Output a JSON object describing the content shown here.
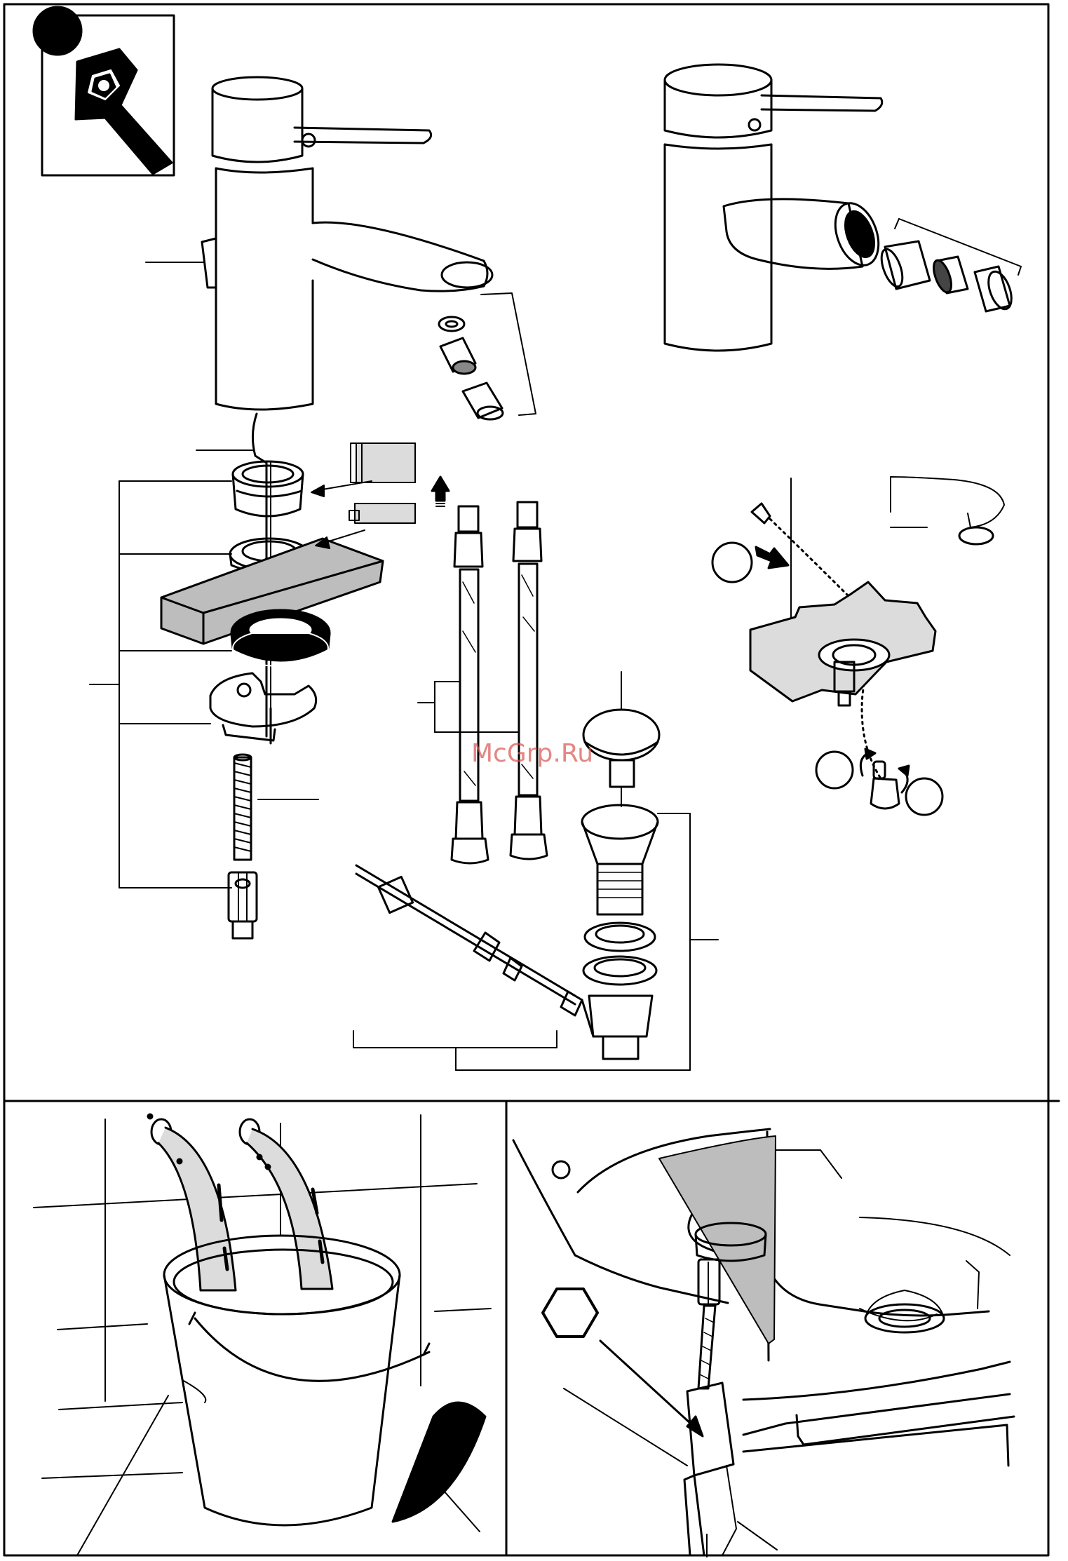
{
  "watermark": {
    "text": "McGrp.Ru",
    "color": "#d9534f"
  },
  "colors": {
    "ink": "#000000",
    "paper": "#ffffff",
    "gray_surface": "#bdbdbd",
    "light_gray": "#dcdcdc"
  },
  "icons": {
    "tool_badge": "wrench-nut-icon",
    "step_marker": "filled-circle-icon",
    "hex_key": "hexagon-icon",
    "direction_arrow": "arrow-icon"
  },
  "panels": [
    {
      "name": "basin-mixer-exploded-view"
    },
    {
      "name": "bidet-mixer-spout-parts"
    },
    {
      "name": "pop-up-waste-chain-detail"
    },
    {
      "name": "pipe-flushing-into-bucket"
    },
    {
      "name": "flexible-hose-connection-under-basin"
    }
  ]
}
